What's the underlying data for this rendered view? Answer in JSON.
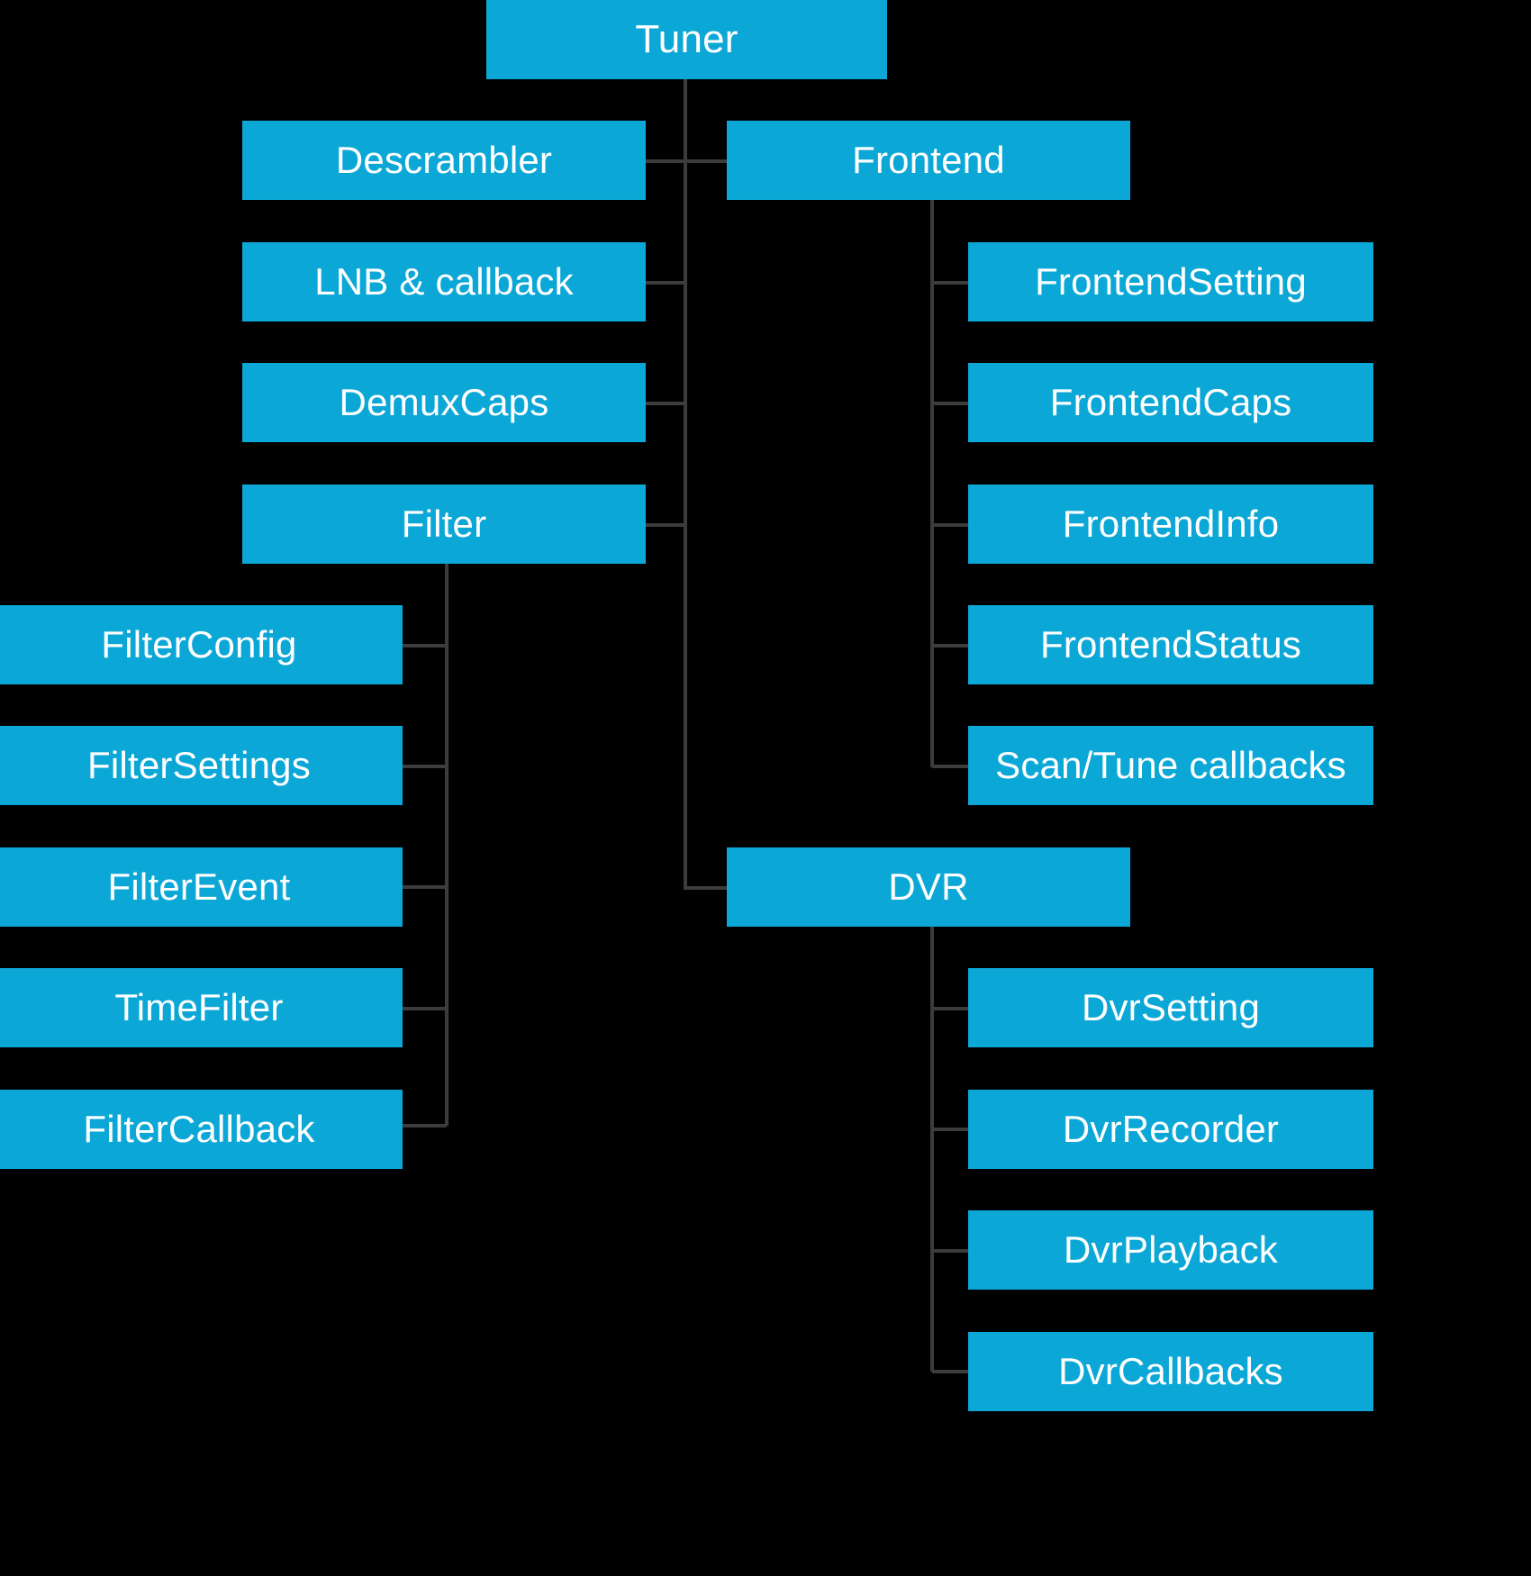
{
  "diagram": {
    "title_node": "Tuner",
    "background_color": "#000000",
    "node_color": "#0ba7d6",
    "node_text_color": "#ffffff",
    "connector_color": "#3c3c3c",
    "root": {
      "label": "Tuner"
    },
    "tuner_children": [
      {
        "label": "Descrambler"
      },
      {
        "label": "LNB & callback"
      },
      {
        "label": "DemuxCaps"
      },
      {
        "label": "Filter"
      },
      {
        "label": "Frontend"
      },
      {
        "label": "DVR"
      }
    ],
    "filter_children": [
      {
        "label": "FilterConfig"
      },
      {
        "label": "FilterSettings"
      },
      {
        "label": "FilterEvent"
      },
      {
        "label": "TimeFilter"
      },
      {
        "label": "FilterCallback"
      }
    ],
    "frontend_children": [
      {
        "label": "FrontendSetting"
      },
      {
        "label": "FrontendCaps"
      },
      {
        "label": "FrontendInfo"
      },
      {
        "label": "FrontendStatus"
      },
      {
        "label": "Scan/Tune callbacks"
      }
    ],
    "dvr_children": [
      {
        "label": "DvrSetting"
      },
      {
        "label": "DvrRecorder"
      },
      {
        "label": "DvrPlayback"
      },
      {
        "label": "DvrCallbacks"
      }
    ]
  }
}
